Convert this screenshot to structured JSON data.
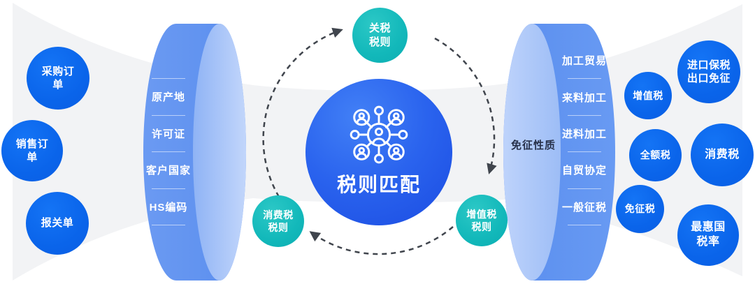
{
  "diagram_title": "税则匹配",
  "colors": {
    "node_blue": "#0b69ef",
    "node_teal": "#12b8ba",
    "center_blue_light": "#4280f6",
    "center_blue_dark": "#1b4ce2",
    "cylinder_body": "#5f92ef",
    "cylinder_cap_light": "#bdd2fb",
    "cylinder_cap": "#9cbcf6",
    "funnel_gray": "#f2f3f5",
    "dash_gray": "#40454d",
    "cap_label_text": "#27314a"
  },
  "left_inputs": {
    "purchase_order": {
      "line1": "采购订",
      "line2": "单"
    },
    "sales_order": {
      "line1": "销售订",
      "line2": "单"
    },
    "customs_declaration": {
      "line1": "报关单"
    }
  },
  "match_factors": {
    "items": [
      "原产地",
      "许可证",
      "客户国家",
      "HS编码"
    ]
  },
  "center": {
    "title": "税则匹配",
    "icon": "people-network-icon"
  },
  "tax_rules": {
    "tariff": {
      "line1": "关税",
      "line2": "税则"
    },
    "consumption": {
      "line1": "消费税",
      "line2": "税则"
    },
    "vat": {
      "line1": "增值税",
      "line2": "税则"
    }
  },
  "exemption": {
    "cap_label": "免征性质",
    "items": [
      "加工贸易",
      "来料加工",
      "进料加工",
      "自贸协定",
      "一般征税"
    ]
  },
  "outputs": {
    "bonded": {
      "line1": "进口保税",
      "line2": "出口免征"
    },
    "vat": {
      "line1": "增值税"
    },
    "consumption": {
      "line1": "消费税"
    },
    "full_tax": {
      "line1": "全额税"
    },
    "exempt": {
      "line1": "免征税"
    },
    "mfn": {
      "line1": "最惠国",
      "line2": "税率"
    }
  }
}
